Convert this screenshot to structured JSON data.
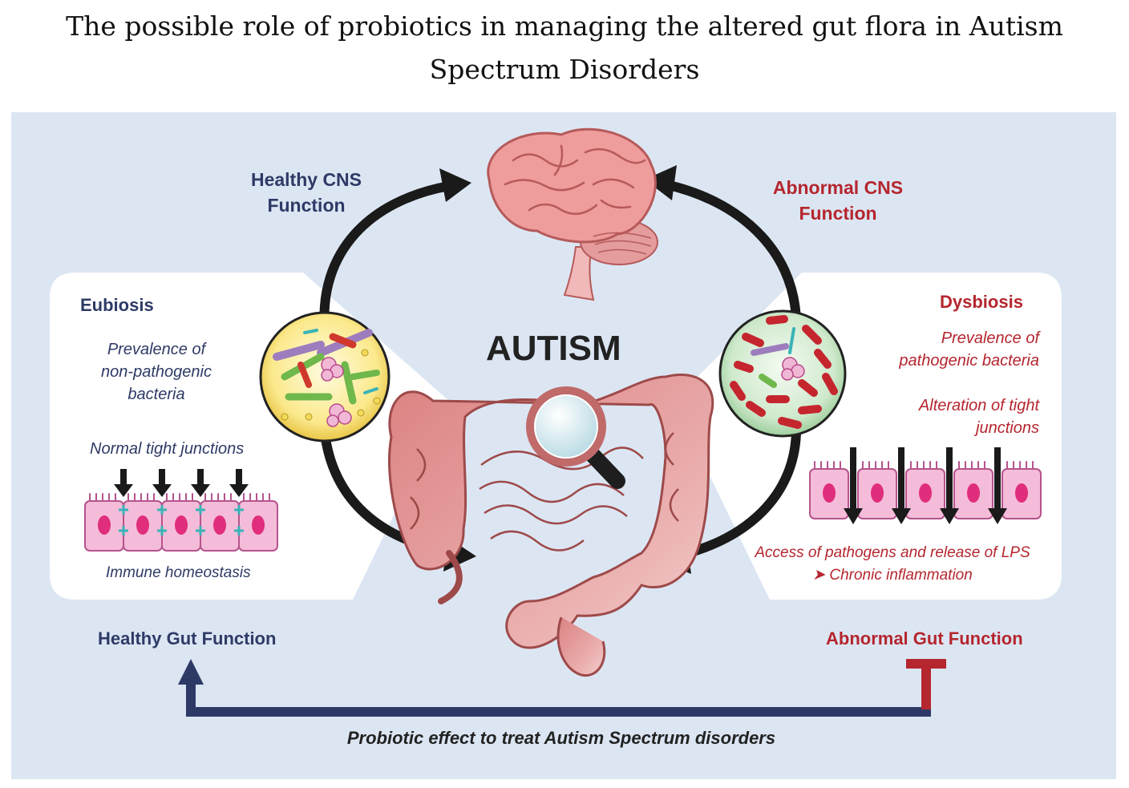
{
  "title": {
    "line1": "The possible role of probiotics in managing the altered gut flora in Autism",
    "line2": "Spectrum Disorders"
  },
  "center_label": "AUTISM",
  "left": {
    "cns": [
      "Healthy CNS",
      "Function"
    ],
    "heading": "Eubiosis",
    "prevalence": [
      "Prevalence of",
      "non-pathogenic",
      "bacteria"
    ],
    "junctions": "Normal tight junctions",
    "immune": "Immune homeostasis",
    "gut": "Healthy Gut Function"
  },
  "right": {
    "cns": [
      "Abnormal CNS",
      "Function"
    ],
    "heading": "Dysbiosis",
    "prevalence": [
      "Prevalence of",
      "pathogenic bacteria"
    ],
    "alteration": [
      "Alteration of tight",
      "junctions"
    ],
    "access": "Access of pathogens and release of LPS",
    "inflammation": "➤ Chronic inflammation",
    "gut": "Abnormal Gut Function"
  },
  "bottom_label": "Probiotic effect to treat Autism Spectrum disorders",
  "colors": {
    "background": "#dce6f3",
    "navy": "#2e3a66",
    "red": "#b5262e",
    "gut_pink": "#e59c9c",
    "cell_pink": "#f4bcd9",
    "nucleus": "#e02e7d",
    "junction_teal": "#3ab3b7"
  },
  "icons": [
    "brain-icon",
    "intestine-icon",
    "magnifier-icon",
    "bacteria-circle-icon",
    "epithelial-cells-icon"
  ]
}
